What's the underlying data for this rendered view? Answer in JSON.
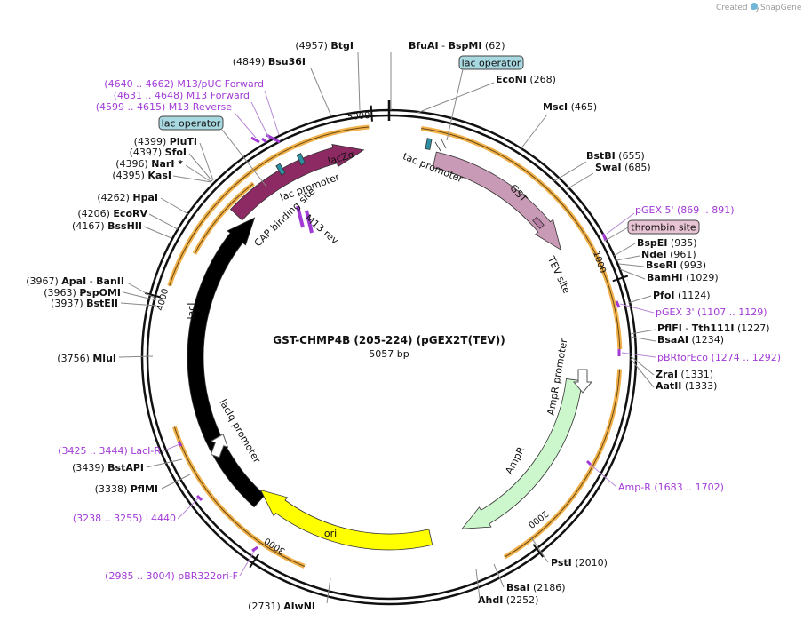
{
  "watermark": {
    "prefix": "Created by",
    "brand": "SnapGene"
  },
  "plasmid": {
    "name": "GST-CHMP4B (205-224) (pGEX2T(TEV))",
    "length_text": "5057 bp"
  },
  "colors": {
    "backbone": "#111111",
    "lacZa": "#8e2a63",
    "lacI": "#8e2a63",
    "gst": "#c99ab6",
    "ampr": "#ccf7cc",
    "ori": "#ffff00",
    "primer": "#a23bd6",
    "orange_arc": "#f0b04a",
    "lac_operator_fill": "#a8d8e0",
    "thrombin_fill": "#e8c3d3"
  },
  "ticks": [
    "1000",
    "2000",
    "3000",
    "4000",
    "5000"
  ],
  "sites": [
    {
      "id": "btgi",
      "name": "BtgI",
      "pos": "(4957)"
    },
    {
      "id": "bsu36i",
      "name": "Bsu36I",
      "pos": "(4849)"
    },
    {
      "id": "bfuai",
      "name": "BfuAI",
      "sep": " - ",
      "name2": "BspMI",
      "pos": "(62)"
    },
    {
      "id": "econi",
      "name": "EcoNI",
      "pos": "(268)"
    },
    {
      "id": "msci",
      "name": "MscI",
      "pos": "(465)"
    },
    {
      "id": "bstbi",
      "name": "BstBI",
      "pos": "(655)"
    },
    {
      "id": "swai",
      "name": "SwaI",
      "pos": "(685)"
    },
    {
      "id": "bspei",
      "name": "BspEI",
      "pos": "(935)"
    },
    {
      "id": "ndei",
      "name": "NdeI",
      "pos": "(961)"
    },
    {
      "id": "bseri",
      "name": "BseRI",
      "pos": "(993)"
    },
    {
      "id": "bamhi",
      "name": "BamHI",
      "pos": "(1029)"
    },
    {
      "id": "pfoi",
      "name": "PfoI",
      "pos": "(1124)"
    },
    {
      "id": "pflfi",
      "name": "PflFI",
      "sep": " - ",
      "name2": "Tth111I",
      "pos": "(1227)"
    },
    {
      "id": "bsaai",
      "name": "BsaAI",
      "pos": "(1234)"
    },
    {
      "id": "zrai",
      "name": "ZraI",
      "pos": "(1331)"
    },
    {
      "id": "aatii",
      "name": "AatII",
      "pos": "(1333)"
    },
    {
      "id": "psti",
      "name": "PstI",
      "pos": "(2010)"
    },
    {
      "id": "bsai",
      "name": "BsaI",
      "pos": "(2186)"
    },
    {
      "id": "ahdi",
      "name": "AhdI",
      "pos": "(2252)"
    },
    {
      "id": "alwni",
      "name": "AlwNI",
      "pos": "(2731)"
    },
    {
      "id": "pflmi",
      "name": "PflMI",
      "pos": "(3338)"
    },
    {
      "id": "bstapi",
      "name": "BstAPI",
      "pos": "(3439)"
    },
    {
      "id": "mlui",
      "name": "MluI",
      "pos": "(3756)"
    },
    {
      "id": "bsteii",
      "name": "BstEII",
      "pos": "(3937)"
    },
    {
      "id": "pspomi",
      "name": "PspOMI",
      "pos": "(3963)"
    },
    {
      "id": "apai",
      "name": "ApaI",
      "sep": " - ",
      "name2": "BanII",
      "pos": "(3967)"
    },
    {
      "id": "bsshii",
      "name": "BssHII",
      "pos": "(4167)"
    },
    {
      "id": "ecorv",
      "name": "EcoRV",
      "pos": "(4206)"
    },
    {
      "id": "hpai",
      "name": "HpaI",
      "pos": "(4262)"
    },
    {
      "id": "kasi",
      "name": "KasI",
      "pos": "(4395)"
    },
    {
      "id": "nari",
      "name": "NarI *",
      "pos": "(4396)"
    },
    {
      "id": "sfoi",
      "name": "SfoI",
      "pos": "(4397)"
    },
    {
      "id": "pluti",
      "name": "PluTI",
      "pos": "(4399)"
    }
  ],
  "primers": [
    {
      "id": "m13puc",
      "text": "(4640 .. 4662)  M13/pUC Forward"
    },
    {
      "id": "m13fwd",
      "text": "(4631 .. 4648)  M13 Forward"
    },
    {
      "id": "m13rev",
      "text": "(4599 .. 4615)  M13 Reverse"
    },
    {
      "id": "pgex5",
      "text": "pGEX 5'     (869 .. 891)"
    },
    {
      "id": "pgex3",
      "text": "pGEX 3'     (1107 .. 1129)"
    },
    {
      "id": "pbrforeco",
      "text": "pBRforEco     (1274 .. 1292)"
    },
    {
      "id": "ampr",
      "text": "Amp-R     (1683 .. 1702)"
    },
    {
      "id": "pbr322ori",
      "text": "(2985 .. 3004)  pBR322ori-F"
    },
    {
      "id": "l4440",
      "text": "(3238 .. 3255)  L4440"
    },
    {
      "id": "lacir",
      "text": "(3425 .. 3444)  LacI-R"
    }
  ],
  "features": {
    "lacza": "lacZα",
    "laci": "lacI",
    "gst": "GST",
    "ampr": "AmpR",
    "ori": "ori",
    "tac_promoter": "tac promoter",
    "lac_promoter": "lac promoter",
    "cap_site": "CAP binding site",
    "m13_rev": "M13 rev",
    "tev_site": "TEV site",
    "ampr_promoter": "AmpR promoter",
    "laciq_promoter": "lacIq promoter",
    "lac_operator_top": "lac operator",
    "lac_operator_left": "lac operator",
    "thrombin_site": "thrombin site"
  }
}
